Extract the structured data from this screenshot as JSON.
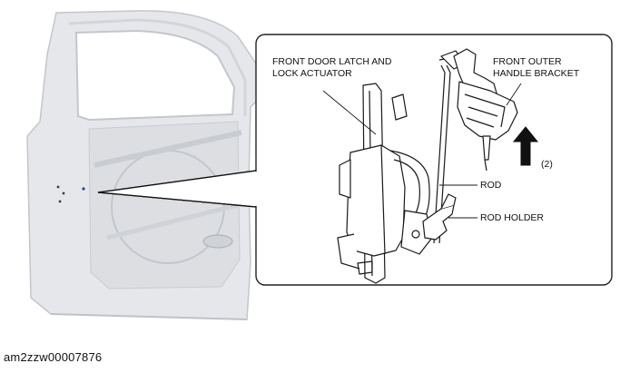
{
  "labels": {
    "latch_line1": "FRONT DOOR LATCH AND",
    "latch_line2": "LOCK ACTUATOR",
    "handle_line1": "FRONT OUTER",
    "handle_line2": "HANDLE BRACKET",
    "rod": "ROD",
    "rod_holder": "ROD HOLDER",
    "step": "(2)"
  },
  "figure_code": "am2zzw00007876",
  "colors": {
    "door_fill": "#e6e7ea",
    "door_edge": "#c3c6cc",
    "line": "#1a1a1a",
    "callout_border": "#222222"
  },
  "icons": {
    "arrow": "arrow-up-icon"
  }
}
